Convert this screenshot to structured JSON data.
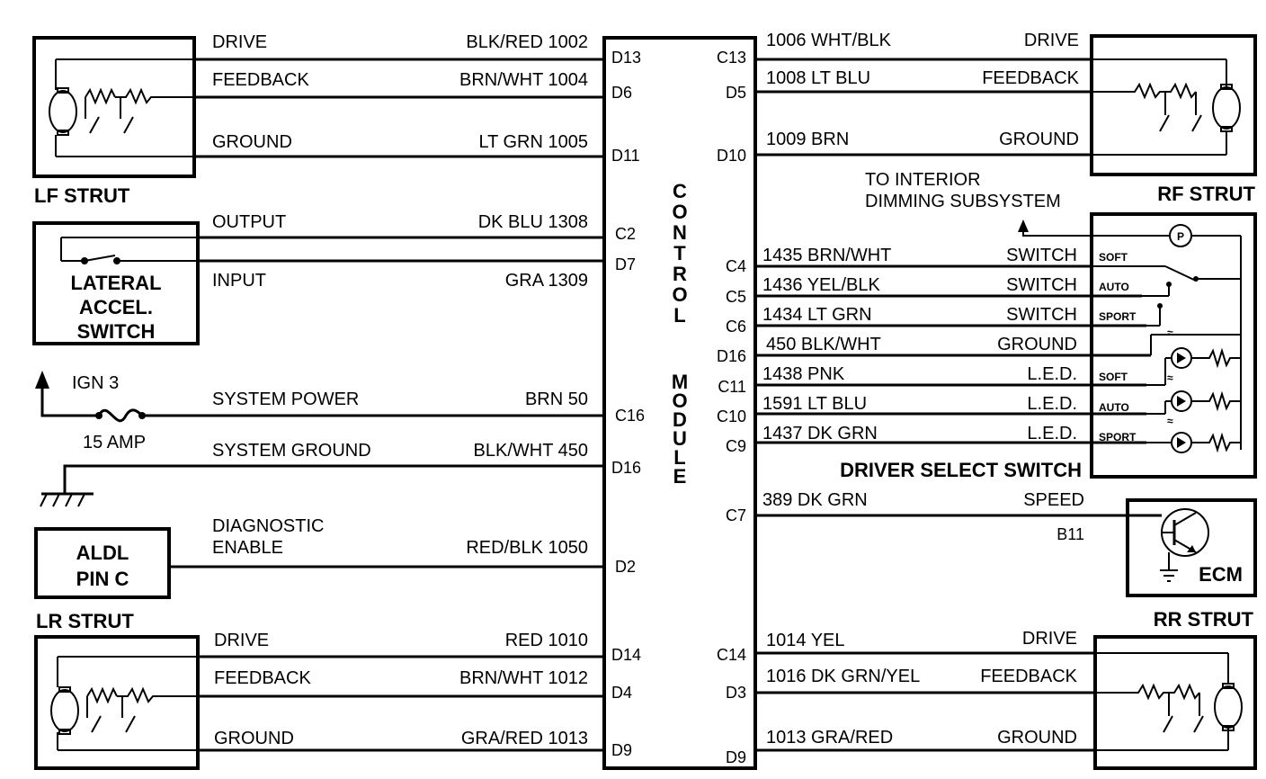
{
  "module": {
    "title": "CONTROL",
    "subtitle": "MODULE"
  },
  "lf_strut": {
    "title": "LF STRUT",
    "wires": [
      {
        "func": "DRIVE",
        "wire": "BLK/RED 1002",
        "pin": "D13"
      },
      {
        "func": "FEEDBACK",
        "wire": "BRN/WHT 1004",
        "pin": "D6"
      },
      {
        "func": "GROUND",
        "wire": "LT GRN 1005",
        "pin": "D11"
      }
    ]
  },
  "lateral": {
    "line1": "LATERAL",
    "line2": "ACCEL.",
    "line3": "SWITCH",
    "wires": [
      {
        "func": "OUTPUT",
        "wire": "DK BLU 1308",
        "pin": "C2"
      },
      {
        "func": "INPUT",
        "wire": "GRA 1309",
        "pin": "D7"
      }
    ]
  },
  "power": {
    "ign": "IGN 3",
    "fuse": "15 AMP",
    "func": "SYSTEM POWER",
    "wire": "BRN 50",
    "pin": "C16"
  },
  "ground": {
    "func": "SYSTEM GROUND",
    "wire": "BLK/WHT 450",
    "pin": "D16"
  },
  "aldl": {
    "line1": "ALDL",
    "line2": "PIN C",
    "func1": "DIAGNOSTIC",
    "func2": "ENABLE",
    "wire": "RED/BLK 1050",
    "pin": "D2"
  },
  "lr_strut": {
    "title": "LR STRUT",
    "wires": [
      {
        "func": "DRIVE",
        "wire": "RED 1010",
        "pin": "D14"
      },
      {
        "func": "FEEDBACK",
        "wire": "BRN/WHT 1012",
        "pin": "D4"
      },
      {
        "func": "GROUND",
        "wire": "GRA/RED 1013",
        "pin": "D9"
      }
    ]
  },
  "rf_strut": {
    "title": "RF STRUT",
    "wires": [
      {
        "func": "DRIVE",
        "wire": "1006 WHT/BLK",
        "pin": "C13"
      },
      {
        "func": "FEEDBACK",
        "wire": "1008 LT BLU",
        "pin": "D5"
      },
      {
        "func": "GROUND",
        "wire": "1009 BRN",
        "pin": "D10"
      }
    ]
  },
  "interior": {
    "line1": "TO INTERIOR",
    "line2": "DIMMING SUBSYSTEM"
  },
  "driver_switch": {
    "title": "DRIVER SELECT SWITCH",
    "wires": [
      {
        "func": "SWITCH",
        "wire": "1435 BRN/WHT",
        "pin": "C4",
        "tag": "SOFT"
      },
      {
        "func": "SWITCH",
        "wire": "1436 YEL/BLK",
        "pin": "C5",
        "tag": "AUTO"
      },
      {
        "func": "SWITCH",
        "wire": "1434 LT GRN",
        "pin": "C6",
        "tag": "SPORT"
      },
      {
        "func": "GROUND",
        "wire": "450 BLK/WHT",
        "pin": "D16",
        "tag": ""
      },
      {
        "func": "L.E.D.",
        "wire": "1438  PNK",
        "pin": "C11",
        "tag": "SOFT"
      },
      {
        "func": "L.E.D.",
        "wire": "1591 LT BLU",
        "pin": "C10",
        "tag": "AUTO"
      },
      {
        "func": "L.E.D.",
        "wire": "1437  DK GRN",
        "pin": "C9",
        "tag": "SPORT"
      }
    ]
  },
  "ecm": {
    "title": "ECM",
    "func": "SPEED",
    "wire": "389 DK GRN",
    "pin": "C7",
    "term": "B11"
  },
  "rr_strut": {
    "title": "RR STRUT",
    "wires": [
      {
        "func": "DRIVE",
        "wire": "1014 YEL",
        "pin": "C14"
      },
      {
        "func": "FEEDBACK",
        "wire": "1016 DK GRN/YEL",
        "pin": "D3"
      },
      {
        "func": "GROUND",
        "wire": "1013 GRA/RED",
        "pin": "D9"
      }
    ]
  }
}
